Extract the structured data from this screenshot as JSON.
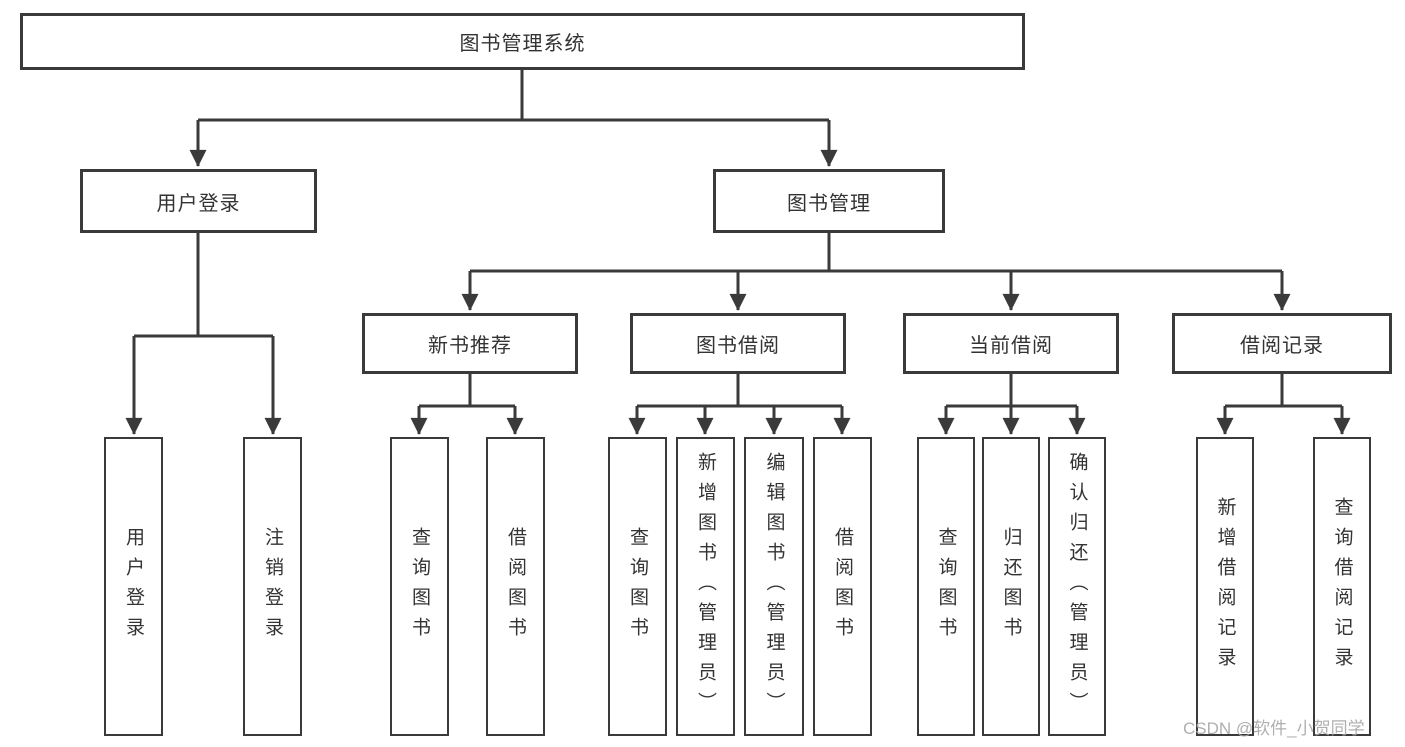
{
  "diagram": {
    "type": "hierarchy-tree",
    "title": "图书管理系统",
    "line_color": "#3a3a3a",
    "text_color": "#333333",
    "nodes": {
      "root": "图书管理系统",
      "user_login": "用户登录",
      "book_management": "图书管理",
      "new_book_recommend": "新书推荐",
      "book_borrow": "图书借阅",
      "current_borrow": "当前借阅",
      "borrow_record": "借阅记录",
      "leaf_user_login": "用户登录",
      "leaf_logout": "注销登录",
      "leaf_nb_query_books": "查询图书",
      "leaf_nb_borrow_books": "借阅图书",
      "leaf_bb_query_books": "查询图书",
      "leaf_bb_add_books": "新增图书（管理员）",
      "leaf_bb_edit_books": "编辑图书（管理员）",
      "leaf_bb_borrow_books": "借阅图书",
      "leaf_cb_query_books": "查询图书",
      "leaf_cb_return_books": "归还图书",
      "leaf_cb_confirm_return": "确认归还（管理员）",
      "leaf_br_add_record": "新增借阅记录",
      "leaf_br_query_record": "查询借阅记录"
    },
    "edges": [
      "root→user_login",
      "root→book_management",
      "user_login→leaf_user_login",
      "user_login→leaf_logout",
      "book_management→new_book_recommend",
      "book_management→book_borrow",
      "book_management→current_borrow",
      "book_management→borrow_record",
      "new_book_recommend→leaf_nb_query_books",
      "new_book_recommend→leaf_nb_borrow_books",
      "book_borrow→leaf_bb_query_books",
      "book_borrow→leaf_bb_add_books",
      "book_borrow→leaf_bb_edit_books",
      "book_borrow→leaf_bb_borrow_books",
      "current_borrow→leaf_cb_query_books",
      "current_borrow→leaf_cb_return_books",
      "current_borrow→leaf_cb_confirm_return",
      "borrow_record→leaf_br_add_record",
      "borrow_record→leaf_br_query_record"
    ],
    "watermark": "CSDN @软件_小贺同学"
  }
}
